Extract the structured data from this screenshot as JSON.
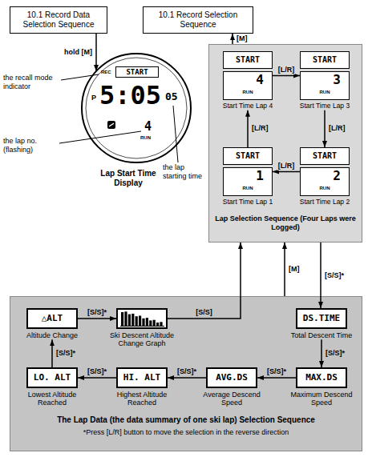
{
  "diagram": {
    "nodes": [
      {
        "text": [
          "10.1 Record Data Selection Sequence"
        ]
      },
      {
        "text": [
          "10.1 Record Selection Sequence"
        ]
      },
      {
        "text": [
          "REC",
          "START",
          "P",
          "5:05",
          "05",
          "4",
          "RUN",
          "Lap Start Time Display"
        ]
      },
      {
        "text": [
          "Lap Selection Sequence (Four Laps were Logged)"
        ]
      },
      {
        "text": [
          "START",
          "4",
          "RUN",
          "Start Time Lap 4"
        ],
        "in": 3
      },
      {
        "text": [
          "START",
          "3",
          "RUN",
          "Start Time Lap 3"
        ],
        "in": 3
      },
      {
        "text": [
          "START",
          "1",
          "RUN",
          "Start Time Lap 1"
        ],
        "in": 3
      },
      {
        "text": [
          "START",
          "2",
          "RUN",
          "Start Time Lap 2"
        ],
        "in": 3
      },
      {
        "text": [
          "The Lap Data (the data summary of one ski lap) Selection Sequence",
          "*Press [L/R] button to move the selection in the reverse direction"
        ]
      },
      {
        "text": [
          "△ALT",
          "Altitude Change"
        ],
        "in": 8
      },
      {
        "text": [
          "Ski Descent Altitude Change Graph"
        ],
        "in": 8
      },
      {
        "text": [
          "DS.TIME",
          "Total Descent Time"
        ],
        "in": 8
      },
      {
        "text": [
          "LO. ALT",
          "Lowest Altitude Reached"
        ],
        "in": 8
      },
      {
        "text": [
          "HI. ALT",
          "Highest Altitude Reached"
        ],
        "in": 8
      },
      {
        "text": [
          "AVG.DS",
          "Average Descend Speed"
        ],
        "in": 8
      },
      {
        "text": [
          "MAX.DS",
          "Maximum Descend Speed"
        ],
        "in": 8
      }
    ],
    "edges": [
      {
        "from": 0,
        "to": 2,
        "label": "hold [M]",
        "arrow": "to"
      },
      {
        "from": 3,
        "to": 1,
        "label": "[M]",
        "arrow": "to"
      },
      {
        "from": 4,
        "to": 5,
        "label": "[L/R]",
        "arrow": "to"
      },
      {
        "from": 5,
        "to": 7,
        "label": "[L/R]",
        "arrow": "to"
      },
      {
        "from": 7,
        "to": 6,
        "label": "[L/R]",
        "arrow": "to"
      },
      {
        "from": 6,
        "to": 4,
        "label": "[L/R]",
        "arrow": "to"
      },
      {
        "from": 3,
        "to": 11,
        "label": "[S/S]*",
        "arrow": "to"
      },
      {
        "from": 8,
        "to": 3,
        "label": "[M]",
        "arrow": "to"
      },
      {
        "from": 11,
        "to": 15,
        "label": "[S/S]*",
        "arrow": "to"
      },
      {
        "from": 15,
        "to": 14,
        "label": "[S/S]*",
        "arrow": "to"
      },
      {
        "from": 14,
        "to": 13,
        "label": "[S/S]*",
        "arrow": "to"
      },
      {
        "from": 13,
        "to": 12,
        "label": "[S/S]*",
        "arrow": "to"
      },
      {
        "from": 12,
        "to": 9,
        "label": "[S/S]*",
        "arrow": "to"
      },
      {
        "from": 9,
        "to": 10,
        "label": "[S/S]*",
        "arrow": "to"
      },
      {
        "from": 10,
        "to": 3,
        "label": "[S/S]",
        "arrow": "to"
      }
    ],
    "labels": [
      "the recall mode indicator",
      "the lap no. (flashing)",
      "the lap starting time"
    ]
  }
}
